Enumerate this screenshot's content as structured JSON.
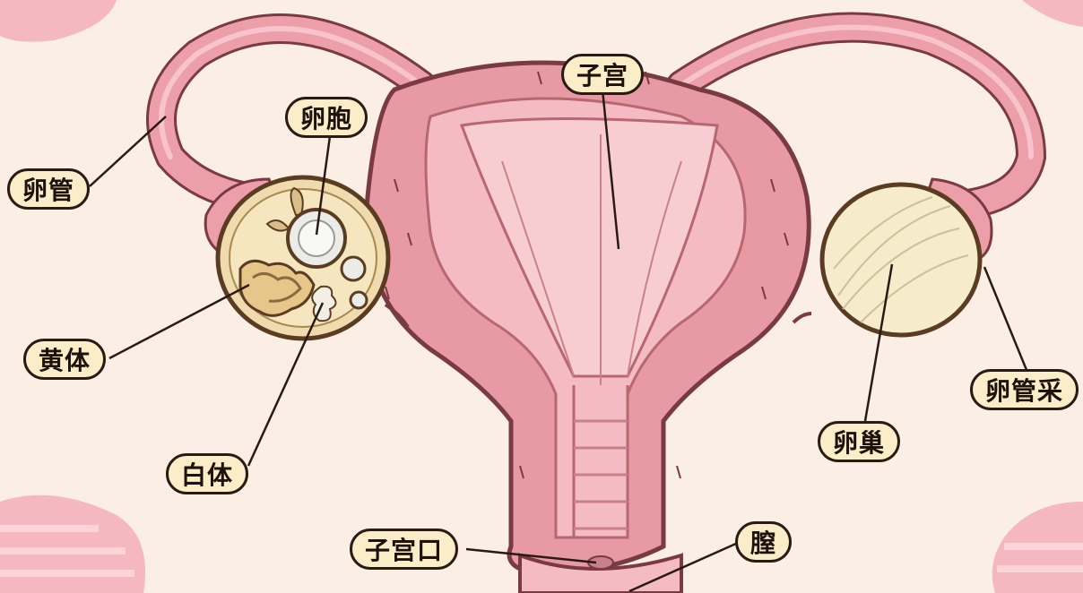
{
  "labels": {
    "uterus": "子宫",
    "ovum": "卵胞",
    "oviduct": "卵管",
    "corpus_luteum": "黄体",
    "corpus_albicans": "白体",
    "cervix": "子宫口",
    "vagina": "膣",
    "ovary": "卵巢",
    "fimbriae": "卵管采"
  },
  "colors": {
    "background": "#fbefe5",
    "uterus_outer": "#e79aa4",
    "uterus_inner": "#f4bcc2",
    "outline": "#7a3a42",
    "ovary_fill": "#f6eccc",
    "label_fill": "#fbedc8"
  }
}
